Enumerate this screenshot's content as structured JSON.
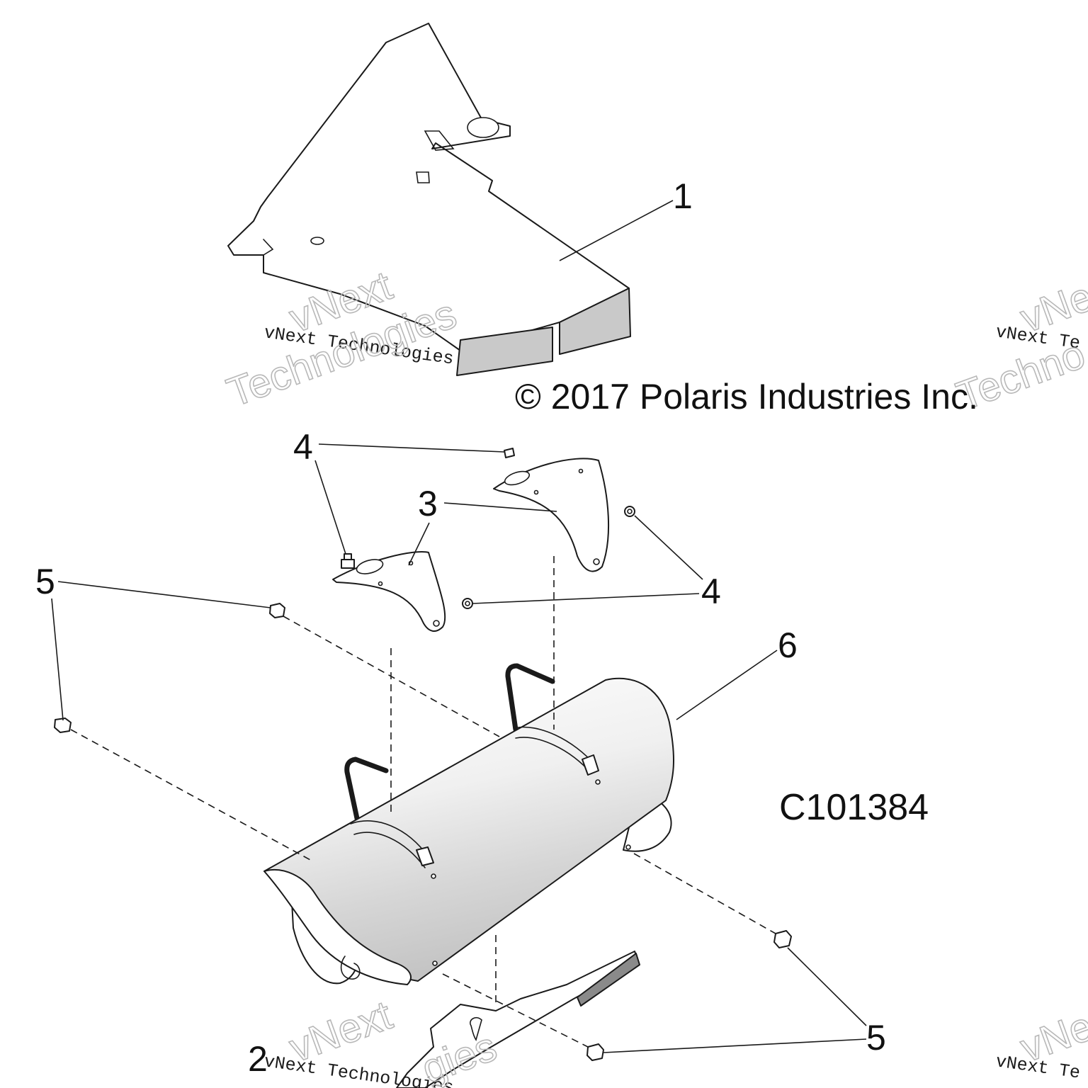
{
  "callouts": {
    "c1": "1",
    "c2": "2",
    "c3a": "3",
    "c3b": "3",
    "c4a": "4",
    "c4b": "4",
    "c5a": "5",
    "c5b": "5",
    "c6": "6"
  },
  "copyright": "© 2017 Polaris Industries Inc.",
  "figure_number": "C101384",
  "watermark": {
    "line": "vNext Technologies",
    "word1": "vNext",
    "word2": "Technologies",
    "fragment_top": "vNe",
    "fragment_bottom": "vNe",
    "fragment_right_outline": "Techno",
    "fragment_right_mono": "vNext Te",
    "fragment_bottom_right": "vNext Te",
    "fragment_bottom_outline": "gies"
  },
  "colors": {
    "ink": "#1a1a1a",
    "shield_gray": "#c8c8c8",
    "watermark_outline": "#b8b8b8"
  }
}
